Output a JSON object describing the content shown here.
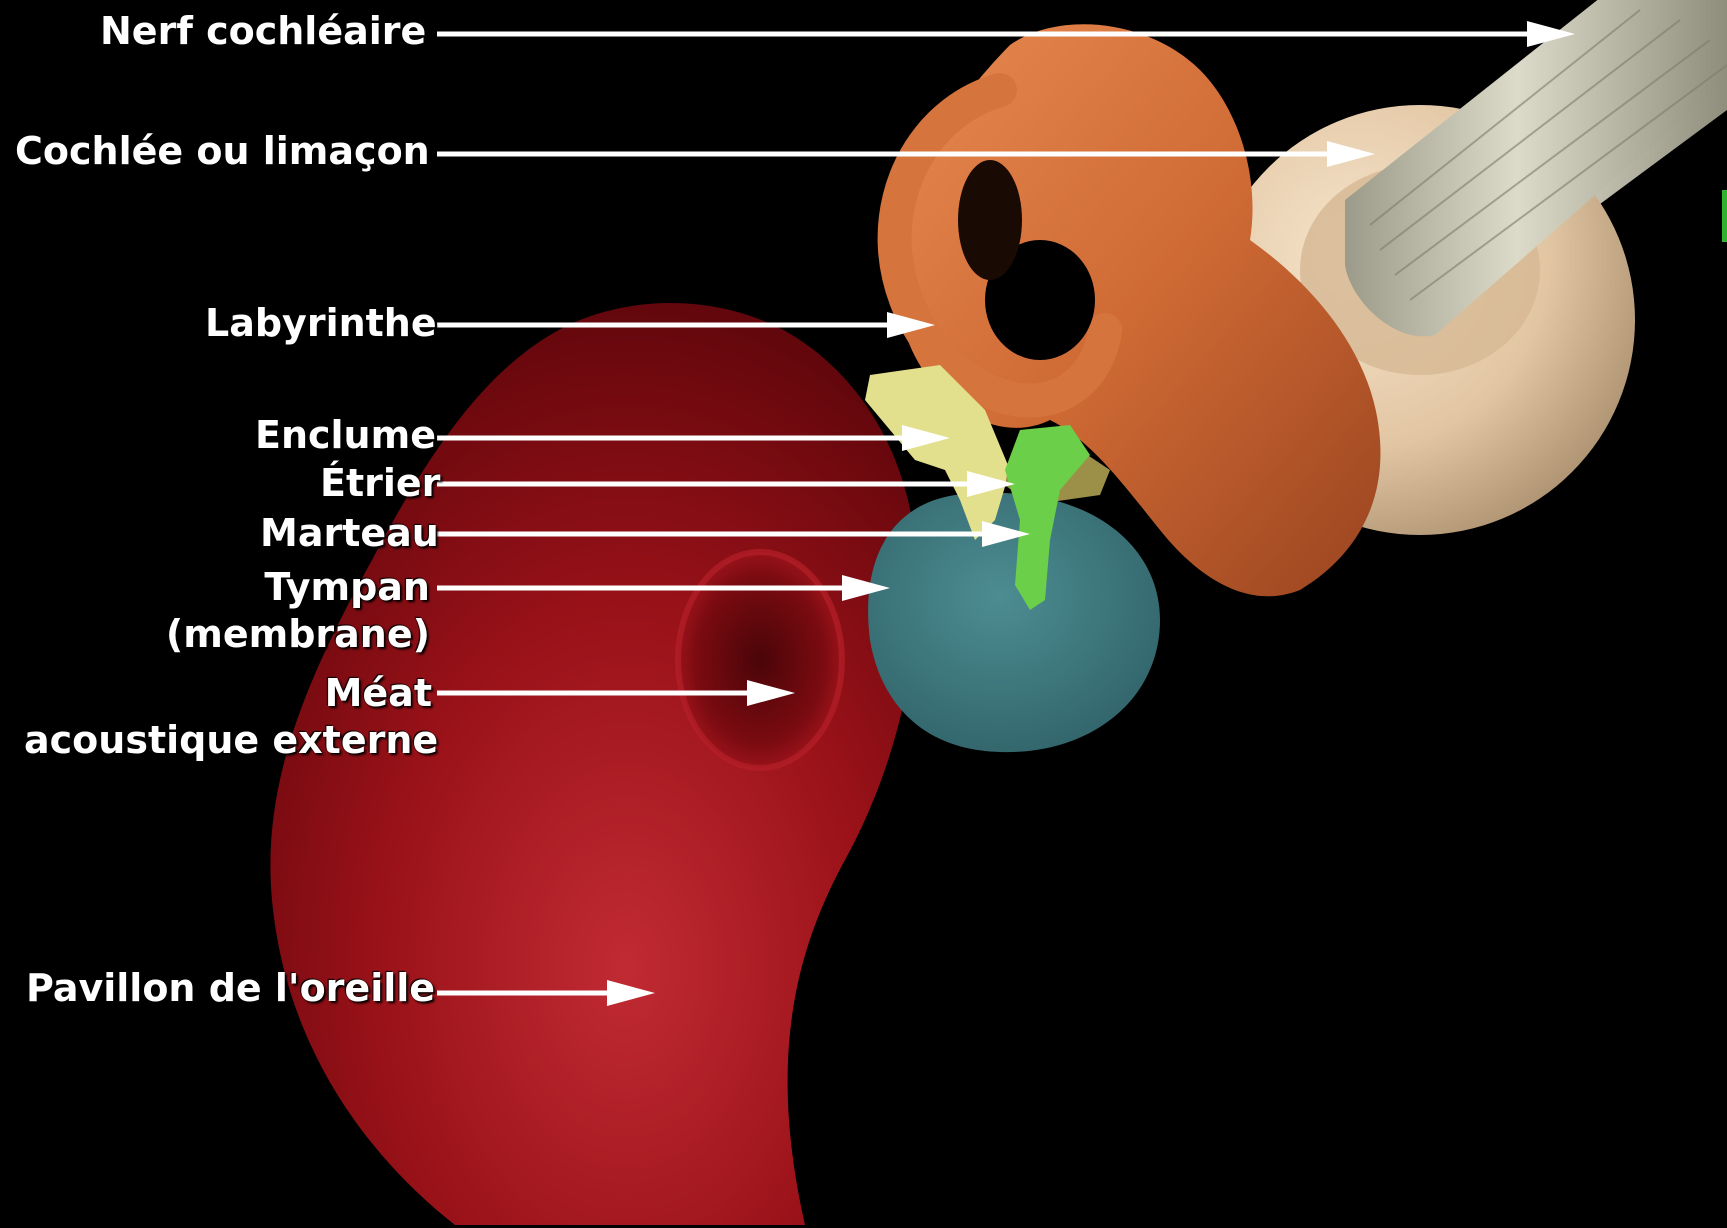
{
  "labels": {
    "cochlear_nerve": "Nerf cochléaire",
    "cochlea": "Cochlée ou limaçon",
    "labyrinth": "Labyrinthe",
    "incus": "Enclume",
    "stapes": "Étrier",
    "malleus": "Marteau",
    "tympanum_line1": "Tympan",
    "tympanum_line2": "(membrane)",
    "meatus_line1": "Méat",
    "meatus_line2": "acoustique externe",
    "pinna": "Pavillon de l'oreille"
  },
  "colors": {
    "background": "#000000",
    "label_text": "#ffffff",
    "pointer_line": "#ffffff",
    "pinna": "#a3121a",
    "tympanic_membrane": "#3f7d83",
    "labyrinth": "#cf6a34",
    "cochlea": "#e2c6a3",
    "cochlear_nerve": "#cbc8b6",
    "incus": "#e0e08a",
    "stapes": "#9c8f48",
    "malleus": "#6ccf49"
  }
}
